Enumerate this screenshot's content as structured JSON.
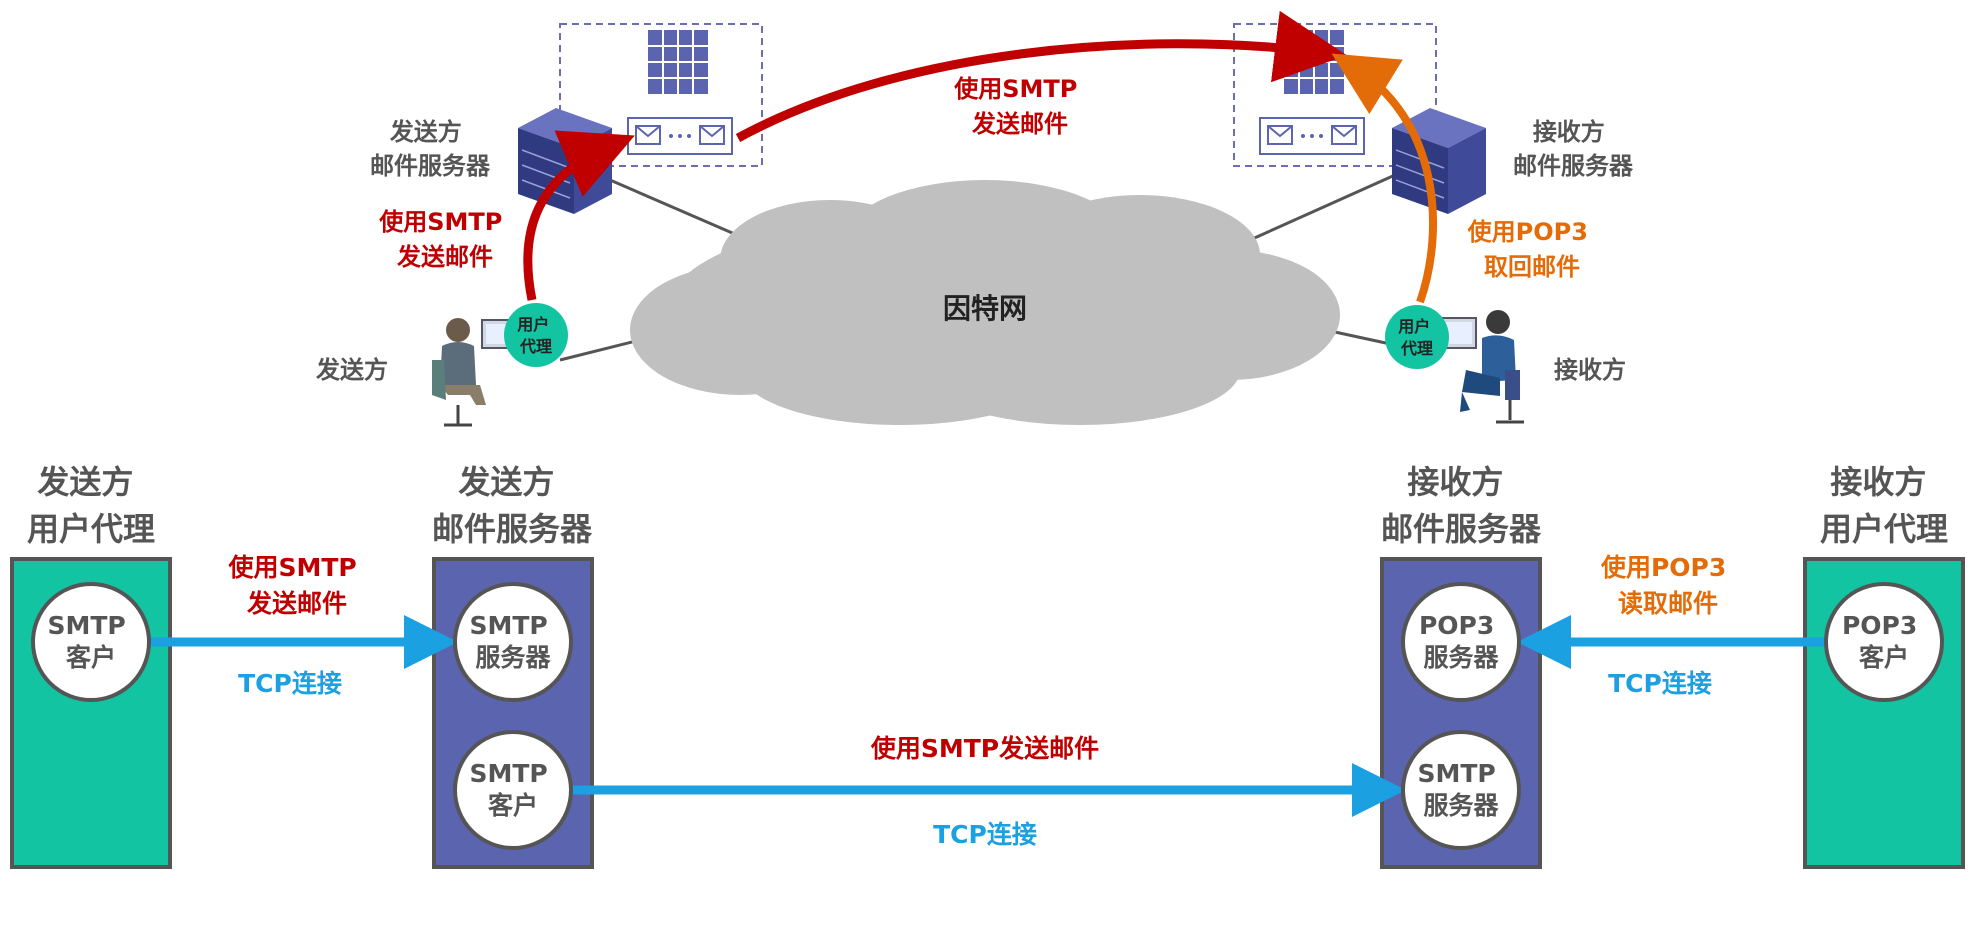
{
  "colors": {
    "teal": "#13c4a3",
    "indigo": "#5b64ae",
    "red": "#c00000",
    "orange": "#e36c09",
    "blue": "#1ba1e2",
    "cloud": "#c0c0c0",
    "gray_text": "#555555"
  },
  "top": {
    "sender_server_label": [
      "发送方",
      "邮件服务器"
    ],
    "receiver_server_label": [
      "接收方",
      "邮件服务器"
    ],
    "sender_label": "发送方",
    "receiver_label": "接收方",
    "internet_label": "因特网",
    "user_agent_label": [
      "用户",
      "代理"
    ],
    "smtp_send_left": [
      "使用SMTP",
      "发送邮件"
    ],
    "smtp_send_top": [
      "使用SMTP",
      "发送邮件"
    ],
    "pop3_fetch": [
      "使用POP3",
      "取回邮件"
    ]
  },
  "bottom": {
    "sender_ua_title": [
      "发送方",
      "用户代理"
    ],
    "sender_server_title": [
      "发送方",
      "邮件服务器"
    ],
    "receiver_server_title": [
      "接收方",
      "邮件服务器"
    ],
    "receiver_ua_title": [
      "接收方",
      "用户代理"
    ],
    "smtp_client_1": [
      "SMTP",
      "客户"
    ],
    "smtp_server_1": [
      "SMTP",
      "服务器"
    ],
    "smtp_client_2": [
      "SMTP",
      "客户"
    ],
    "pop3_server": [
      "POP3",
      "服务器"
    ],
    "smtp_server_2": [
      "SMTP",
      "服务器"
    ],
    "pop3_client": [
      "POP3",
      "客户"
    ],
    "arrow1_label": [
      "使用SMTP",
      "发送邮件"
    ],
    "arrow1_tcp": "TCP连接",
    "arrow2_label": "使用SMTP发送邮件",
    "arrow2_tcp": "TCP连接",
    "arrow3_label": [
      "使用POP3",
      "读取邮件"
    ],
    "arrow3_tcp": "TCP连接"
  }
}
